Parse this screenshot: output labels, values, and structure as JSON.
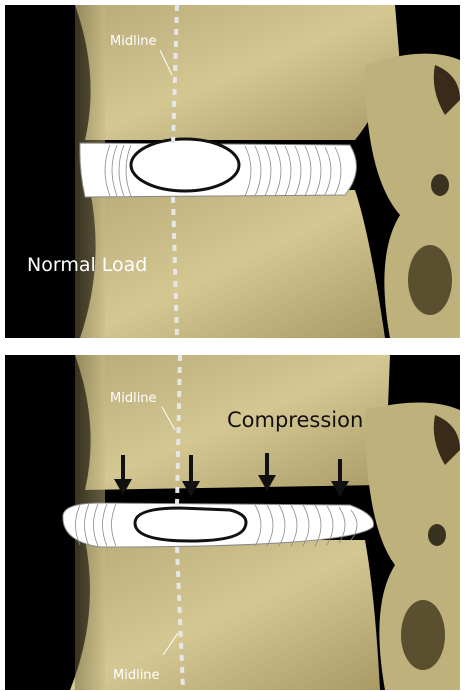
{
  "top_panel": {
    "midline_label": "Midline",
    "load_label": "Normal Load"
  },
  "bottom_panel": {
    "midline_label_top": "Midline",
    "midline_label_bottom": "Midline",
    "compression_label": "Compression",
    "arrow_count": 4
  },
  "colors": {
    "bone": "#c9bb86",
    "bone_shadow": "#8c7f55",
    "background": "#000000",
    "disc_fill": "#ffffff",
    "disc_ring": "#7a7a7a",
    "nucleus_outline": "#111111",
    "midline_dash": "#e8e8e8"
  }
}
